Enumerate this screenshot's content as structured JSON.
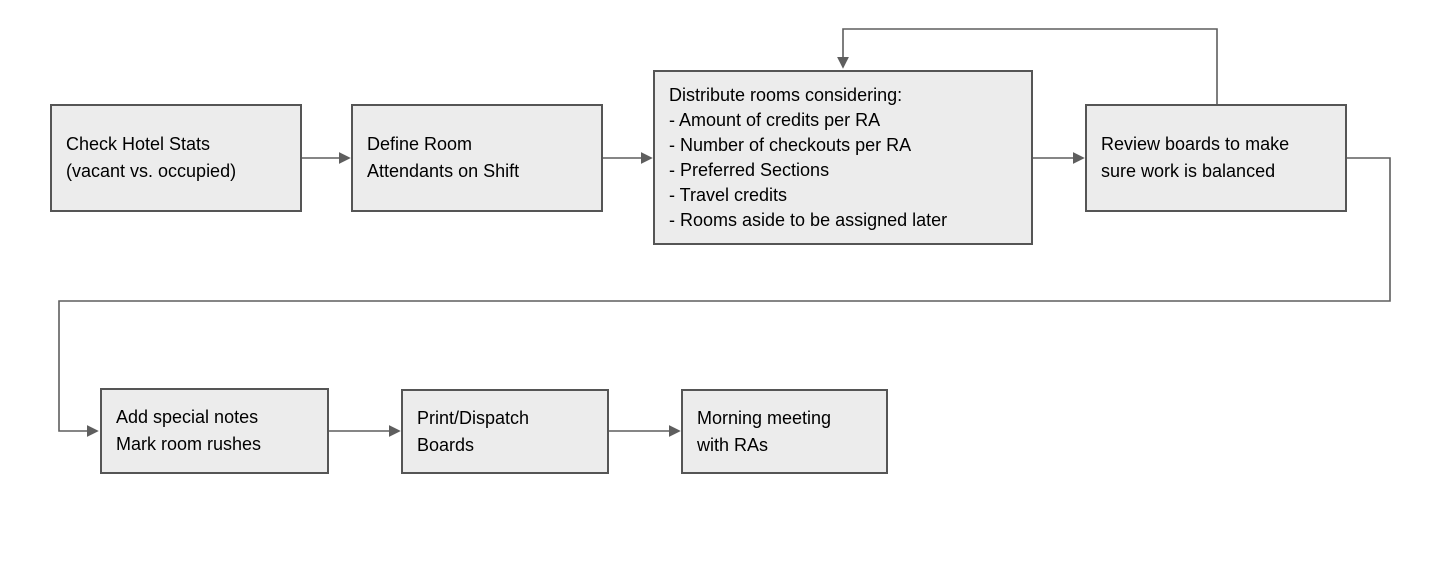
{
  "nodes": [
    {
      "id": "check-hotel-stats",
      "lines": [
        "Check Hotel Stats",
        "(vacant vs. occupied)"
      ]
    },
    {
      "id": "define-room-attendants",
      "lines": [
        "Define Room",
        "Attendants on Shift"
      ]
    },
    {
      "id": "distribute-rooms",
      "lines": [
        "Distribute rooms considering:",
        "- Amount of credits per RA",
        "- Number of checkouts per RA",
        "- Preferred Sections",
        "- Travel credits",
        "- Rooms aside to be assigned later"
      ]
    },
    {
      "id": "review-boards",
      "lines": [
        "Review boards to make",
        "sure work is balanced"
      ]
    },
    {
      "id": "add-special-notes",
      "lines": [
        "Add special notes",
        "Mark room rushes"
      ]
    },
    {
      "id": "print-dispatch-boards",
      "lines": [
        "Print/Dispatch",
        "Boards"
      ]
    },
    {
      "id": "morning-meeting",
      "lines": [
        "Morning meeting",
        "with RAs"
      ]
    }
  ],
  "edges": [
    {
      "from": "check-hotel-stats",
      "to": "define-room-attendants",
      "type": "forward"
    },
    {
      "from": "define-room-attendants",
      "to": "distribute-rooms",
      "type": "forward"
    },
    {
      "from": "distribute-rooms",
      "to": "review-boards",
      "type": "forward"
    },
    {
      "from": "review-boards",
      "to": "distribute-rooms",
      "type": "feedback-loop"
    },
    {
      "from": "review-boards",
      "to": "add-special-notes",
      "type": "forward-wrap"
    },
    {
      "from": "add-special-notes",
      "to": "print-dispatch-boards",
      "type": "forward"
    },
    {
      "from": "print-dispatch-boards",
      "to": "morning-meeting",
      "type": "forward"
    }
  ],
  "colors": {
    "background": "#ffffff",
    "node-fill": "#ececec",
    "node-border": "#555555",
    "connector": "#5e5e5e",
    "text": "#000000"
  }
}
